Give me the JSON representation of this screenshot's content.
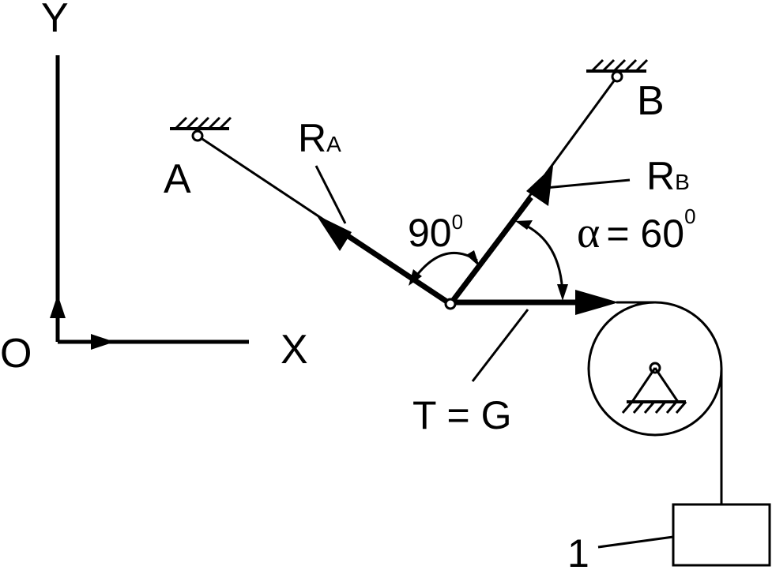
{
  "axes": {
    "y_label": "Y",
    "x_label": "X",
    "origin_label": "O"
  },
  "points": {
    "a_label": "A",
    "b_label": "B"
  },
  "forces": {
    "ra_main": "R",
    "ra_sub": "A",
    "rb_main": "R",
    "rb_sub": "B",
    "tension": "T = G"
  },
  "angles": {
    "right_angle_value": "90",
    "right_angle_degree": "0",
    "alpha_symbol": "α",
    "alpha_equals": "= 60",
    "alpha_degree": "0"
  },
  "load": {
    "label": "1"
  }
}
